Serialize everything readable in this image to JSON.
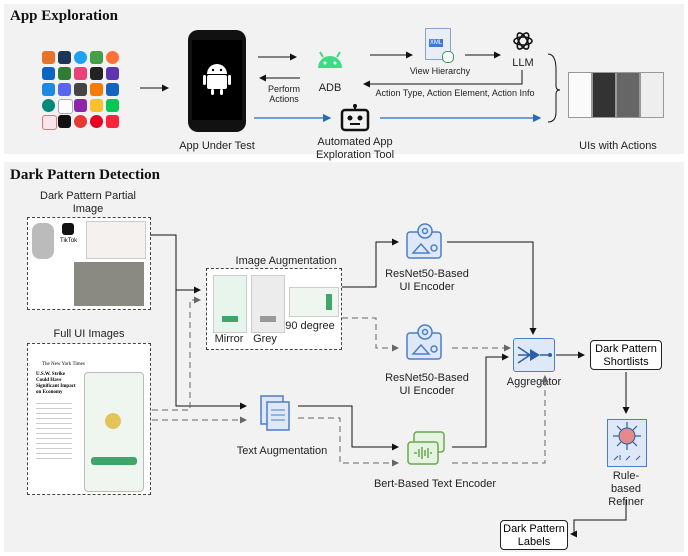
{
  "sections": {
    "top_title": "App Exploration",
    "bottom_title": "Dark Pattern Detection"
  },
  "top": {
    "app_under_test": "App Under Test",
    "adb": "ADB",
    "perform_actions": "Perform\nActions",
    "view_hierarchy": "View Hierarchy",
    "llm": "LLM",
    "action_info": "Action Type, Action Element, Action Info",
    "tool": "Automated App\nExploration Tool",
    "uis_with_actions": "UIs with Actions",
    "xml_badge": "XML"
  },
  "bottom": {
    "partial_image": "Dark Pattern Partial\nImage",
    "full_ui": "Full UI Images",
    "image_augmentation": "Image Augmentation",
    "mirror": "Mirror",
    "grey": "Grey",
    "ninety": "90 degree",
    "resnet1": "ResNet50-Based\nUI Encoder",
    "resnet2": "ResNet50-Based\nUI Encoder",
    "text_augmentation": "Text Augmentation",
    "bert": "Bert-Based Text Encoder",
    "aggregator": "Aggregator",
    "shortlists": "Dark Pattern\nShortlists",
    "refiner": "Rule-\nbased\nRefiner",
    "labels": "Dark Pattern\nLabels",
    "tiktok": "TikTok",
    "screenshot_heading": "The New York Times",
    "screenshot_text": "U.S.W. Strike Could Have Significant Impact on Economy"
  },
  "colors": {
    "panel": "#f2f2f2",
    "flow_blue": "#2a6bb5",
    "icon_blue": "#4a7fc8",
    "android_green": "#3ddc84",
    "arrow": "#111111"
  }
}
